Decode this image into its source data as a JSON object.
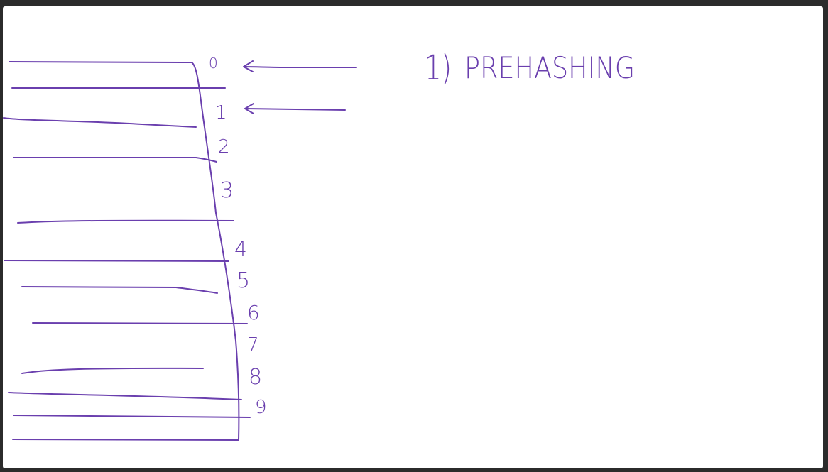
{
  "colors": {
    "ink": "#6a3fae",
    "background": "#ffffff",
    "frame": "#2b2b2b"
  },
  "title": {
    "number": "1)",
    "text": "PREHASHING"
  },
  "slots": [
    {
      "index": "0",
      "pointed": true
    },
    {
      "index": "1",
      "pointed": true
    },
    {
      "index": "2",
      "pointed": false
    },
    {
      "index": "3",
      "pointed": false
    },
    {
      "index": "4",
      "pointed": false
    },
    {
      "index": "5",
      "pointed": false
    },
    {
      "index": "6",
      "pointed": false
    },
    {
      "index": "7",
      "pointed": false
    },
    {
      "index": "8",
      "pointed": false
    },
    {
      "index": "9",
      "pointed": false
    }
  ]
}
